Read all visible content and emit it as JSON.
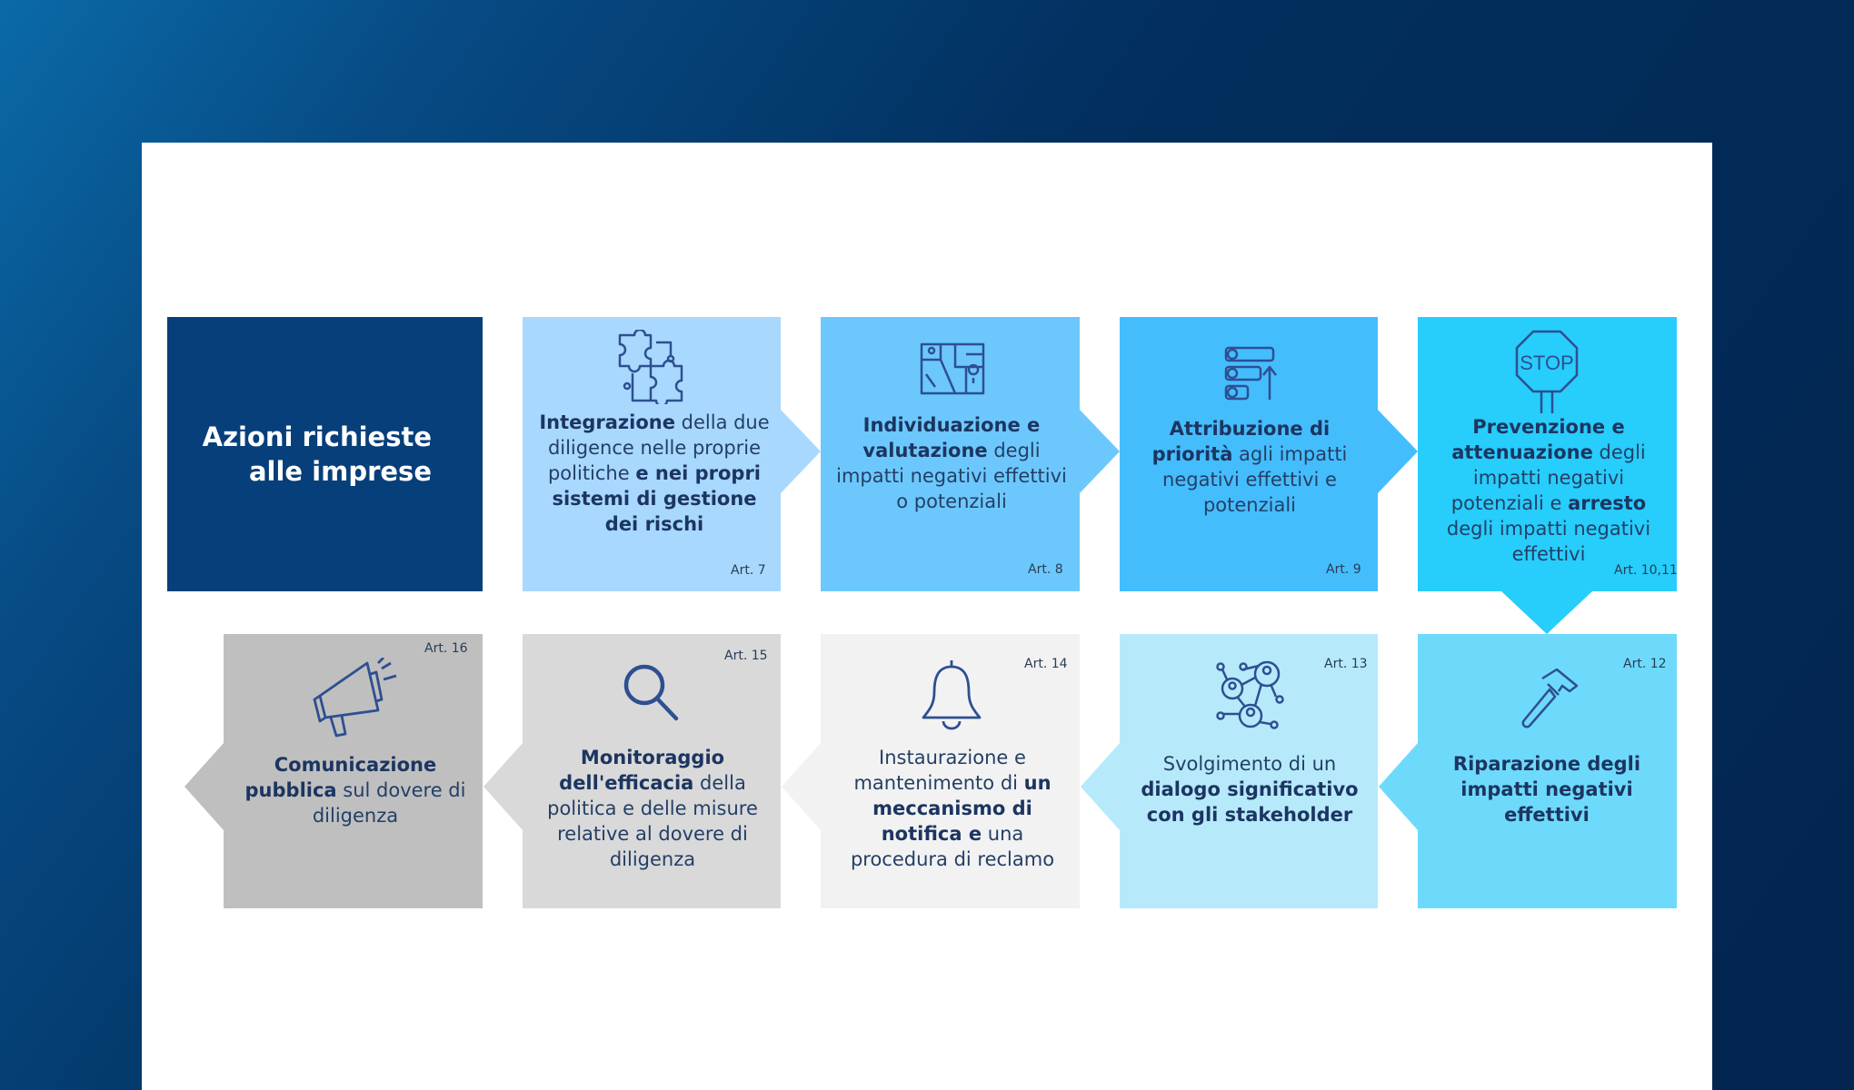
{
  "title": {
    "line1": "Azioni richieste",
    "line2": "alle imprese"
  },
  "steps": [
    {
      "art": "Art. 7",
      "icon": "puzzle-icon",
      "color": "#a8d8fe",
      "parts": [
        {
          "b": "Integrazione"
        },
        {
          "t": " della due diligence nelle proprie politiche "
        },
        {
          "b": "e nei propri sistemi di gestione dei rischi"
        }
      ]
    },
    {
      "art": "Art. 8",
      "icon": "map-icon",
      "color": "#6cc8fc",
      "parts": [
        {
          "b": "Individuazione e valutazione"
        },
        {
          "t": " degli impatti negativi effettivi o potenziali"
        }
      ]
    },
    {
      "art": "Art. 9",
      "icon": "priority-list-icon",
      "color": "#44bdfd",
      "parts": [
        {
          "b": "Attribuzione di priorità"
        },
        {
          "t": " agli impatti negativi effettivi e potenziali"
        }
      ]
    },
    {
      "art": "Art. 10,11",
      "icon": "stop-sign-icon",
      "color": "#27cdfb",
      "parts": [
        {
          "b": "Prevenzione e attenuazione"
        },
        {
          "t": " degli impatti negativi potenziali e "
        },
        {
          "b": "arresto"
        },
        {
          "t": " degli impatti negativi effettivi"
        }
      ]
    },
    {
      "art": "Art. 12",
      "icon": "hammer-icon",
      "color": "#6edafb",
      "parts": [
        {
          "b": "Riparazione degli impatti negativi effettivi"
        }
      ]
    },
    {
      "art": "Art. 13",
      "icon": "network-icon",
      "color": "#b6eafb",
      "parts": [
        {
          "t": "Svolgimento di un "
        },
        {
          "b": "dialogo significativo con gli stakeholder"
        }
      ]
    },
    {
      "art": "Art. 14",
      "icon": "bell-icon",
      "color": "#f2f2f2",
      "parts": [
        {
          "t": "Instaurazione e mantenimento di "
        },
        {
          "b": "un meccanismo di notifica e"
        },
        {
          "t": " una procedura di reclamo"
        }
      ]
    },
    {
      "art": "Art. 15",
      "icon": "search-icon",
      "color": "#d9d9d9",
      "parts": [
        {
          "b": "Monitoraggio dell'efficacia"
        },
        {
          "t": " della politica e delle misure relative al dovere di diligenza"
        }
      ]
    },
    {
      "art": "Art. 16",
      "icon": "megaphone-icon",
      "color": "#bfbfbf",
      "parts": [
        {
          "b": "Comunicazione pubblica"
        },
        {
          "t": " sul dovere di diligenza"
        }
      ]
    }
  ],
  "colors": {
    "title_box": "#063f7a",
    "icon_stroke": "#2e4f91",
    "text": "#1c3561"
  }
}
